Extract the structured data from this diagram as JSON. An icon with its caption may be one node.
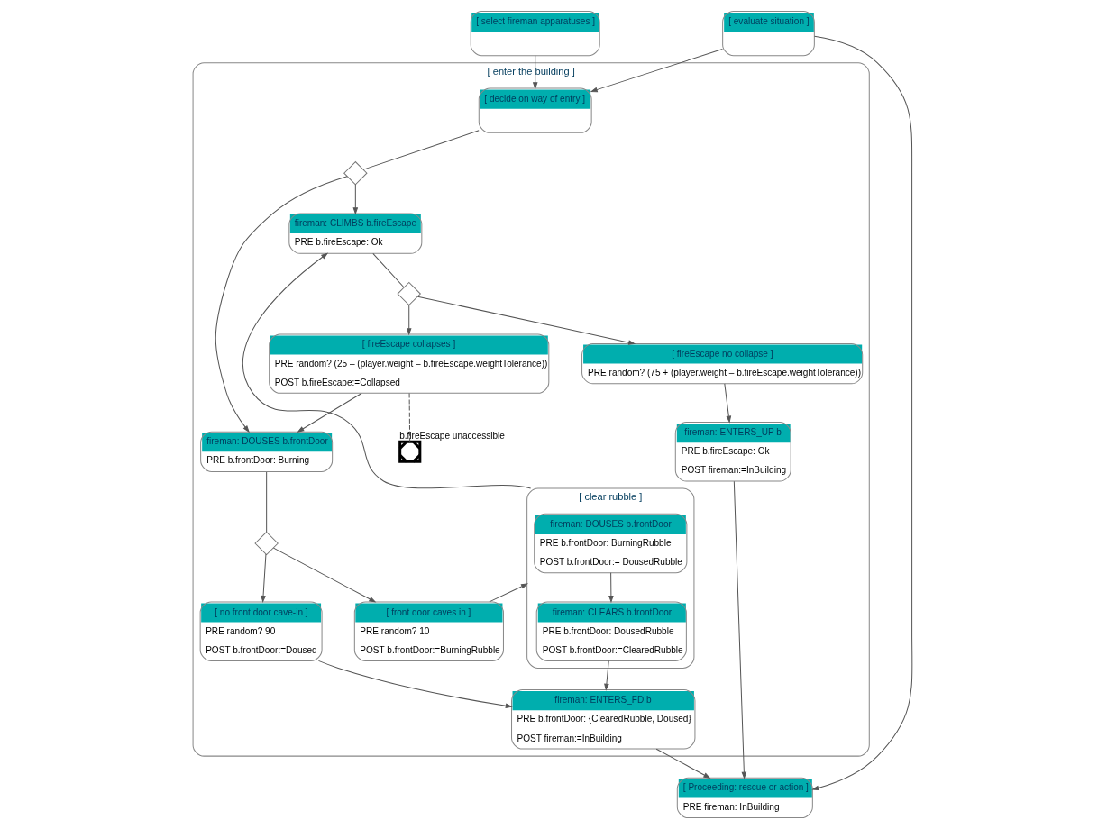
{
  "diagram": {
    "nodes": [
      {
        "text": [
          "[ select fireman apparatuses ]"
        ]
      },
      {
        "text": [
          "[ enter the building ]"
        ]
      },
      {
        "text": [
          "[ decide on way of entry ]"
        ],
        "in": 1
      },
      {
        "text": [],
        "shape": "diamond",
        "in": 1
      },
      {
        "text": [
          "fireman: DOUSES b.frontDoor",
          "PRE b.frontDoor: Burning"
        ],
        "in": 1
      },
      {
        "text": [
          "fireman: CLIMBS b.fireEscape",
          "PRE b.fireEscape: Ok"
        ],
        "in": 1
      },
      {
        "text": [],
        "shape": "diamond",
        "in": 1
      },
      {
        "text": [
          "[ front door caves in ]",
          "PRE random? 10",
          "POST b.frontDoor:=BurningRubble"
        ],
        "in": 1
      },
      {
        "text": [
          "[ no front door cave-in ]",
          "PRE random? 90",
          "POST b.frontDoor:=Doused"
        ],
        "in": 1
      },
      {
        "text": [],
        "shape": "diamond",
        "in": 1
      },
      {
        "text": [
          "[ fireEscape no collapse ]",
          "PRE random? (75 + (player.weight – b.fireEscape.weightTolerance))"
        ],
        "in": 1
      },
      {
        "text": [
          "[ fireEscape collapses ]",
          "PRE random? (25 – (player.weight – b.fireEscape.weightTolerance))",
          "POST b.fireEscape:=Collapsed"
        ],
        "in": 1
      },
      {
        "text": [],
        "shape": "cross",
        "beside": [
          "b.fireEscape unaccessible"
        ],
        "in": 1
      },
      {
        "text": [
          "[ clear rubble ]"
        ],
        "in": 1
      },
      {
        "text": [
          "fireman: DOUSES b.frontDoor",
          "PRE b.frontDoor: BurningRubble",
          "POST b.frontDoor:= DousedRubble"
        ],
        "in": 13
      },
      {
        "text": [
          "fireman: CLEARS b.frontDoor",
          "PRE b.frontDoor: DousedRubble",
          "POST b.frontDoor:=ClearedRubble"
        ],
        "in": 13
      },
      {
        "text": [
          "fireman: ENTERS_FD b",
          "PRE b.frontDoor: {ClearedRubble, Doused}",
          "POST fireman:=InBuilding"
        ],
        "in": 1
      },
      {
        "text": [
          "fireman: ENTERS_UP b",
          "PRE b.fireEscape: Ok",
          "POST fireman:=InBuilding"
        ],
        "in": 1
      },
      {
        "text": [
          "[ evaluate situation ]"
        ]
      },
      {
        "text": [
          "[ Proceeding: rescue or action ]",
          "PRE fireman: InBuilding"
        ]
      }
    ],
    "edges": [
      {
        "from": 0,
        "to": 2,
        "arrow": "to"
      },
      {
        "from": 2,
        "to": 3,
        "arrow": "none"
      },
      {
        "from": 3,
        "to": 4,
        "arrow": "to"
      },
      {
        "from": 3,
        "to": 5,
        "arrow": "to"
      },
      {
        "from": 4,
        "to": 6,
        "arrow": "none"
      },
      {
        "from": 6,
        "to": 7,
        "arrow": "to"
      },
      {
        "from": 6,
        "to": 8,
        "arrow": "to"
      },
      {
        "from": 5,
        "to": 9,
        "arrow": "none"
      },
      {
        "from": 9,
        "to": 10,
        "arrow": "to"
      },
      {
        "from": 9,
        "to": 11,
        "arrow": "to"
      },
      {
        "from": 11,
        "to": 12,
        "arrow": "none",
        "style": "dashed"
      },
      {
        "from": 11,
        "to": 4,
        "arrow": "to"
      },
      {
        "from": 7,
        "to": 13,
        "arrow": "to"
      },
      {
        "from": 14,
        "to": 15,
        "arrow": "to"
      },
      {
        "from": 13,
        "to": 5,
        "arrow": "to"
      },
      {
        "from": 15,
        "to": 16,
        "arrow": "to"
      },
      {
        "from": 8,
        "to": 16,
        "arrow": "to"
      },
      {
        "from": 10,
        "to": 17,
        "arrow": "to"
      },
      {
        "from": 16,
        "to": 19,
        "arrow": "to"
      },
      {
        "from": 17,
        "to": 19,
        "arrow": "to"
      },
      {
        "from": 18,
        "to": 2,
        "arrow": "to"
      },
      {
        "from": 18,
        "to": 19,
        "arrow": "to"
      }
    ]
  }
}
